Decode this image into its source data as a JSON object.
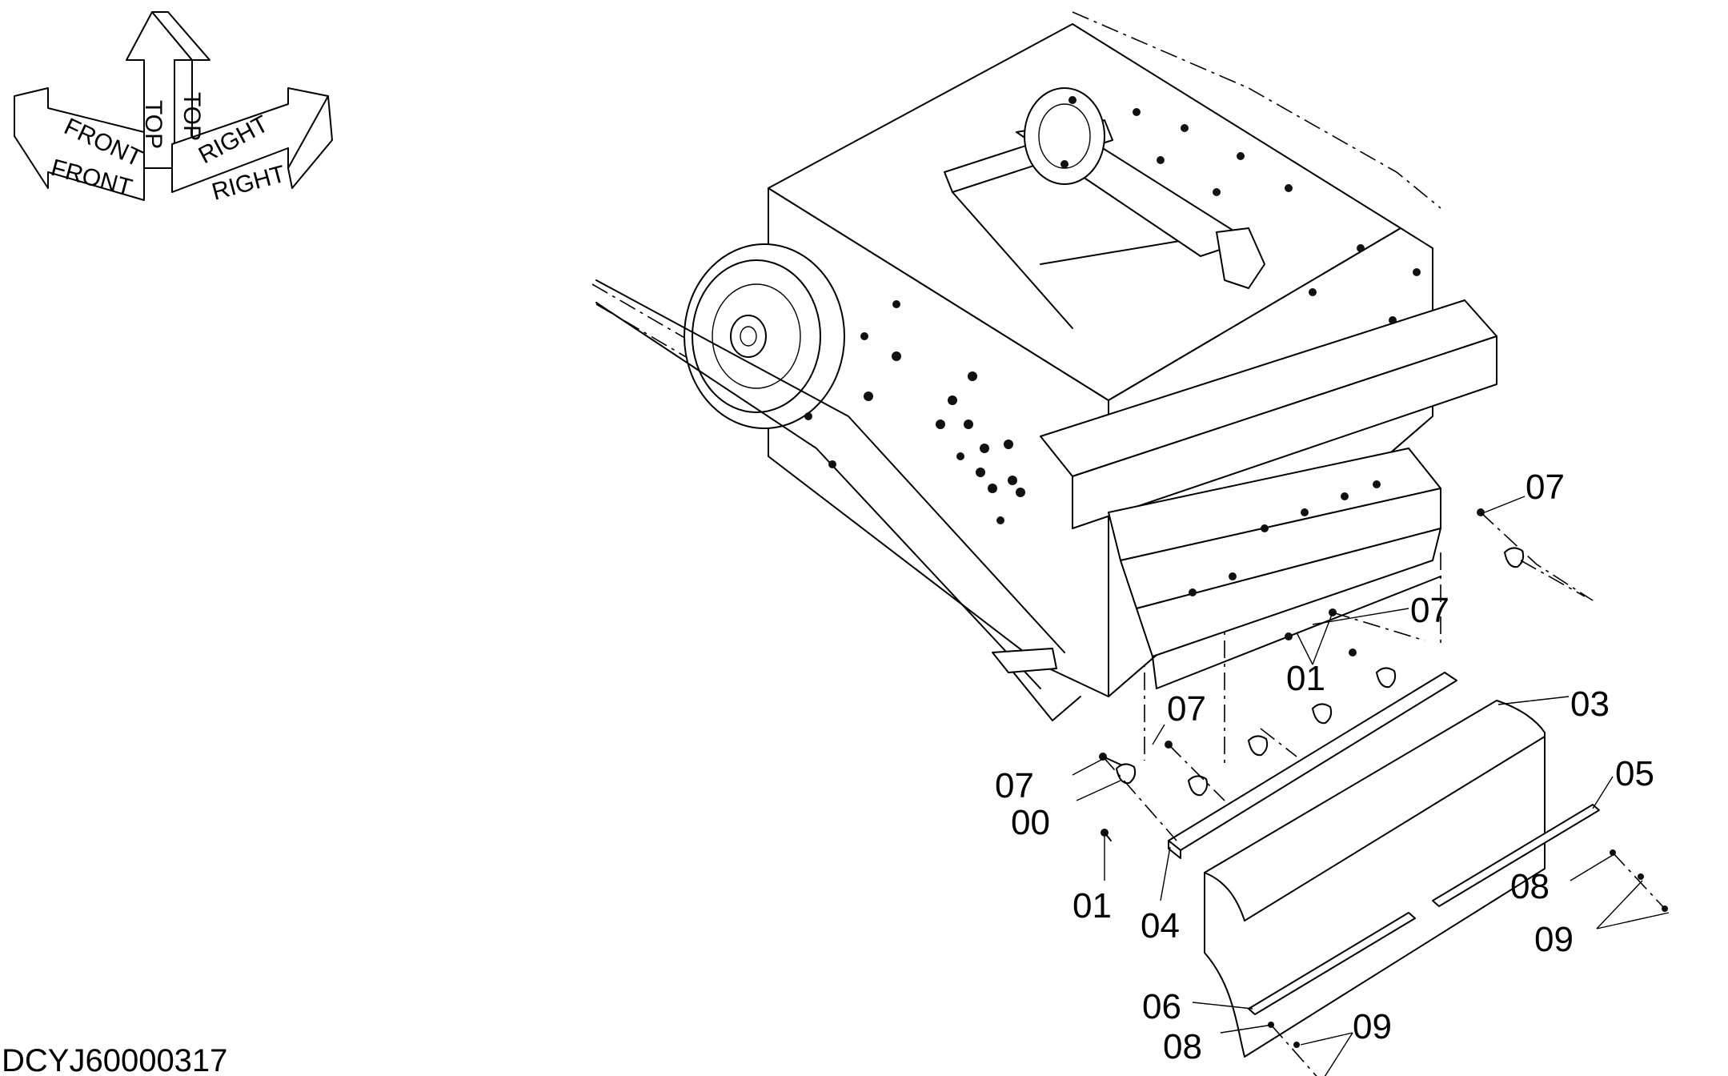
{
  "orientation_indicator": {
    "top": "TOP",
    "front": "FRONT",
    "right": "RIGHT"
  },
  "callouts": [
    {
      "id": "c07a",
      "label": "07"
    },
    {
      "id": "c07b",
      "label": "07"
    },
    {
      "id": "c01a",
      "label": "01"
    },
    {
      "id": "c07c",
      "label": "07"
    },
    {
      "id": "c03",
      "label": "03"
    },
    {
      "id": "c07d",
      "label": "07"
    },
    {
      "id": "c05",
      "label": "05"
    },
    {
      "id": "c00",
      "label": "00"
    },
    {
      "id": "c08a",
      "label": "08"
    },
    {
      "id": "c01b",
      "label": "01"
    },
    {
      "id": "c04",
      "label": "04"
    },
    {
      "id": "c09a",
      "label": "09"
    },
    {
      "id": "c06",
      "label": "06"
    },
    {
      "id": "c09b",
      "label": "09"
    },
    {
      "id": "c08b",
      "label": "08"
    }
  ],
  "drawing_id": "DCYJ60000317",
  "colors": {
    "line": "#000000",
    "background": "#ffffff"
  }
}
